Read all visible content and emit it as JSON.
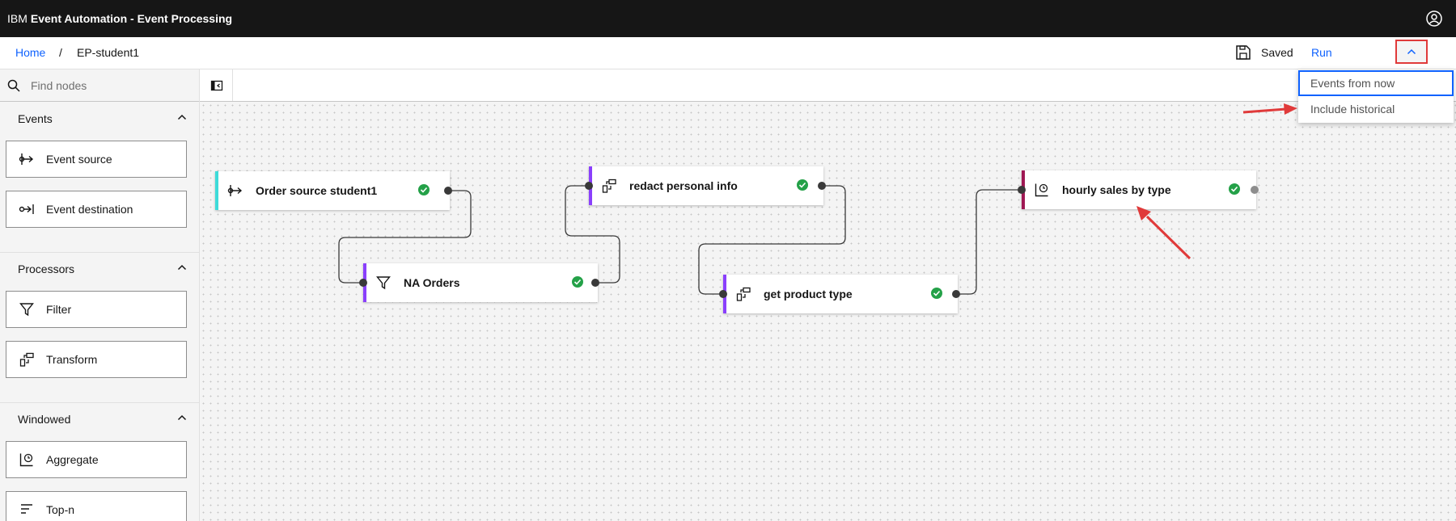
{
  "header": {
    "brand_prefix": "IBM",
    "product_name": "Event Automation - Event Processing",
    "user_icon": "user-avatar-icon"
  },
  "breadcrumb": {
    "home": "Home",
    "separator": "/",
    "current": "EP-student1"
  },
  "run_controls": {
    "save_status": "Saved",
    "run_label": "Run",
    "menu_items": [
      "Events from now",
      "Include historical"
    ],
    "selected_item": "Events from now"
  },
  "palette": {
    "search_placeholder": "Find nodes",
    "sections": [
      {
        "title": "Events",
        "items": [
          {
            "label": "Event source",
            "icon": "event-source-icon"
          },
          {
            "label": "Event destination",
            "icon": "event-destination-icon"
          }
        ]
      },
      {
        "title": "Processors",
        "items": [
          {
            "label": "Filter",
            "icon": "filter-icon"
          },
          {
            "label": "Transform",
            "icon": "transform-icon"
          }
        ]
      },
      {
        "title": "Windowed",
        "items": [
          {
            "label": "Aggregate",
            "icon": "aggregate-icon"
          },
          {
            "label": "Top-n",
            "icon": "top-n-icon"
          }
        ]
      }
    ]
  },
  "flow": {
    "nodes": [
      {
        "label": "Order source student1",
        "type": "event-source",
        "accent": "#3ddbd9",
        "status": "valid"
      },
      {
        "label": "NA Orders",
        "type": "filter",
        "accent": "#8a3ffc",
        "status": "valid"
      },
      {
        "label": "redact personal info",
        "type": "transform",
        "accent": "#8a3ffc",
        "status": "valid"
      },
      {
        "label": "get product type",
        "type": "transform",
        "accent": "#8a3ffc",
        "status": "valid"
      },
      {
        "label": "hourly sales by type",
        "type": "aggregate",
        "accent": "#9f1853",
        "status": "valid"
      }
    ]
  },
  "colors": {
    "link": "#0f62fe",
    "success": "#24a148",
    "annotation": "#e03a3a"
  }
}
